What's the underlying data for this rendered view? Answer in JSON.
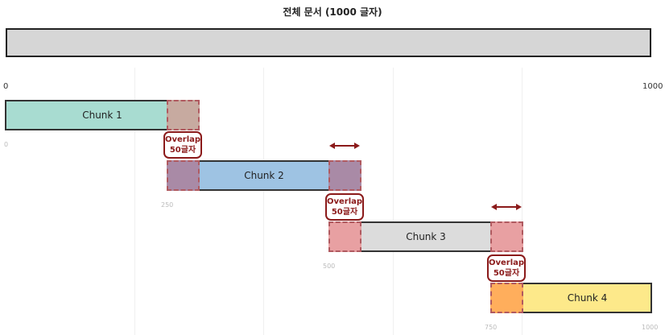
{
  "title": "전체 문서 (1000 글자)",
  "axis": {
    "start": "0",
    "end": "1000"
  },
  "chunks": [
    {
      "label": "Chunk 1",
      "start": 0,
      "end": 250,
      "start_label": "0",
      "color": "#a8dcd1"
    },
    {
      "label": "Chunk 2",
      "start": 250,
      "end": 550,
      "start_label": "250",
      "color": "#9ec3e3"
    },
    {
      "label": "Chunk 3",
      "start": 500,
      "end": 800,
      "start_label": "500",
      "color": "#dcdcdc"
    },
    {
      "label": "Chunk 4",
      "start": 750,
      "end": 1000,
      "start_label": "750",
      "end_label": "1000",
      "color": "#fde98a"
    }
  ],
  "overlaps": [
    {
      "line1": "Overlap",
      "line2": "50글자"
    },
    {
      "line1": "Overlap",
      "line2": "50글자"
    },
    {
      "line1": "Overlap",
      "line2": "50글자"
    }
  ],
  "colors": {
    "accent": "#8b1a1a",
    "doc_bar": "#d6d6d6",
    "overlap_chunk1": "#c7aaa0",
    "overlap_chunk2_left": "#a98aa6",
    "overlap_chunk2_right": "#a98aa6",
    "overlap_chunk3": "#e8a0a2",
    "overlap_chunk4": "#ffae5c"
  }
}
